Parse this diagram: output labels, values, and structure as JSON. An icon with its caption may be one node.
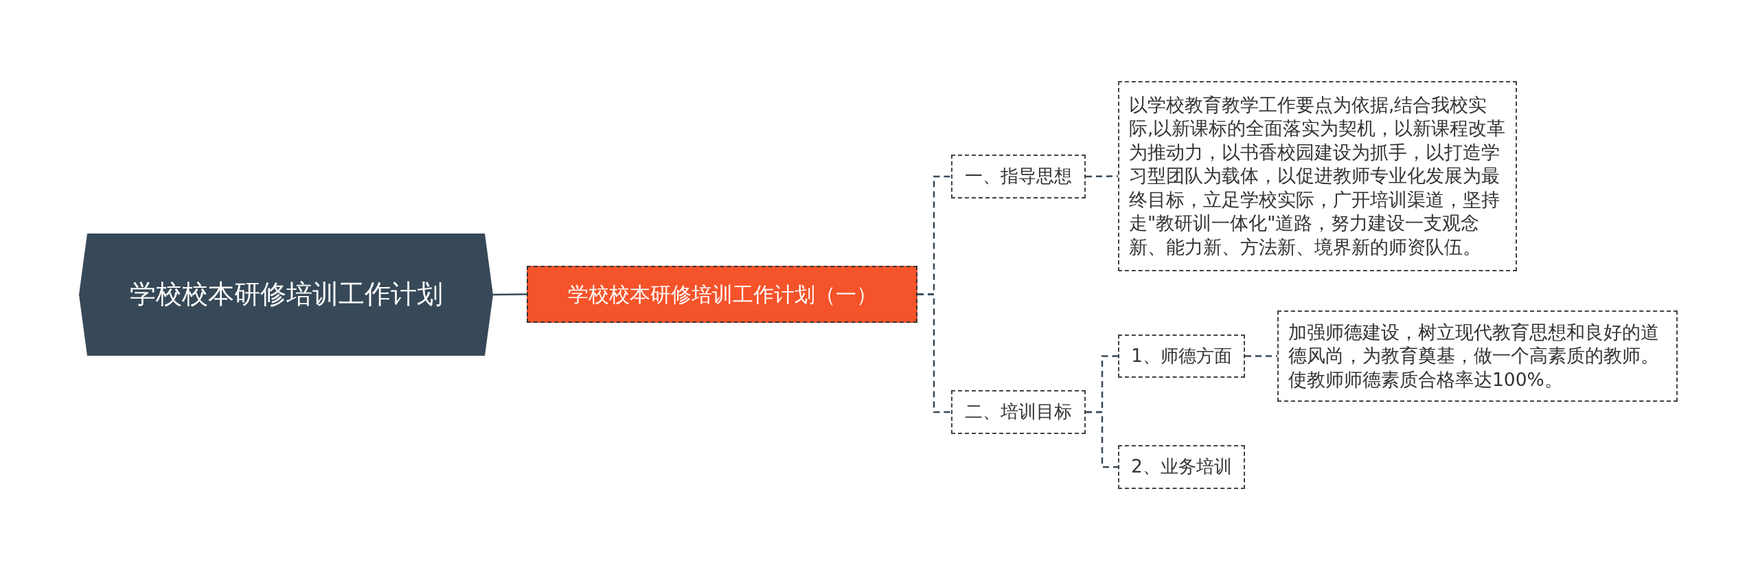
{
  "diagram": {
    "nodes": [
      {
        "text": [
          "学校校本研修培训工作计划"
        ]
      },
      {
        "text": [
          "学校校本研修培训工作计划（一）"
        ]
      },
      {
        "text": [
          "一、指导思想"
        ]
      },
      {
        "text": [
          "以学校教育教学工作要点为依据,结合我校实际,以新课标的全面落实为契机，以新课程改革为推动力，以书香校园建设为抓手，以打造学习型团队为载体，以促进教师专业化发展为最终目标，立足学校实际，广开培训渠道，坚持走\"教研训一体化\"道路，努力建设一支观念新、能力新、方法新、境界新的师资队伍。"
        ]
      },
      {
        "text": [
          "二、培训目标"
        ]
      },
      {
        "text": [
          "1、师德方面"
        ]
      },
      {
        "text": [
          "加强师德建设，树立现代教育思想和良好的道德风尚，为教育奠基，做一个高素质的教师。使教师师德素质合格率达100%。"
        ]
      },
      {
        "text": [
          "2、业务培训"
        ]
      }
    ],
    "edges": [
      {
        "from": 0,
        "to": 1,
        "arrow": "none"
      },
      {
        "from": 1,
        "to": 2,
        "arrow": "none",
        "style": "dashed"
      },
      {
        "from": 1,
        "to": 4,
        "arrow": "none",
        "style": "dashed"
      },
      {
        "from": 2,
        "to": 3,
        "arrow": "none",
        "style": "dashed"
      },
      {
        "from": 4,
        "to": 5,
        "arrow": "none",
        "style": "dashed"
      },
      {
        "from": 4,
        "to": 7,
        "arrow": "none",
        "style": "dashed"
      },
      {
        "from": 5,
        "to": 6,
        "arrow": "none",
        "style": "dashed"
      }
    ]
  }
}
